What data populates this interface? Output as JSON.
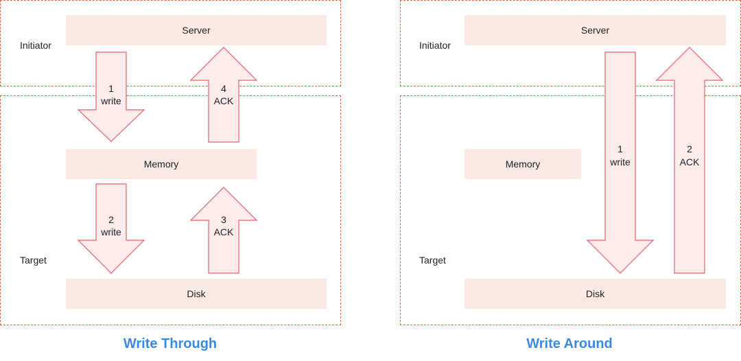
{
  "left": {
    "initiator_label": "Initiator",
    "target_label": "Target",
    "server_label": "Server",
    "memory_label": "Memory",
    "disk_label": "Disk",
    "arrows": [
      {
        "num": "1",
        "text": "write"
      },
      {
        "num": "4",
        "text": "ACK"
      },
      {
        "num": "2",
        "text": "write"
      },
      {
        "num": "3",
        "text": "ACK"
      }
    ],
    "title": "Write Through"
  },
  "right": {
    "initiator_label": "Initiator",
    "target_label": "Target",
    "server_label": "Server",
    "memory_label": "Memory",
    "disk_label": "Disk",
    "arrows": [
      {
        "num": "1",
        "text": "write"
      },
      {
        "num": "2",
        "text": "ACK"
      }
    ],
    "title": "Write Around"
  },
  "colors": {
    "zone_border": "#e8603c",
    "bar_fill": "#fbe9e4",
    "arrow_fill": "#fdecea",
    "arrow_stroke": "#e8606a",
    "title": "#3c8ae0"
  }
}
